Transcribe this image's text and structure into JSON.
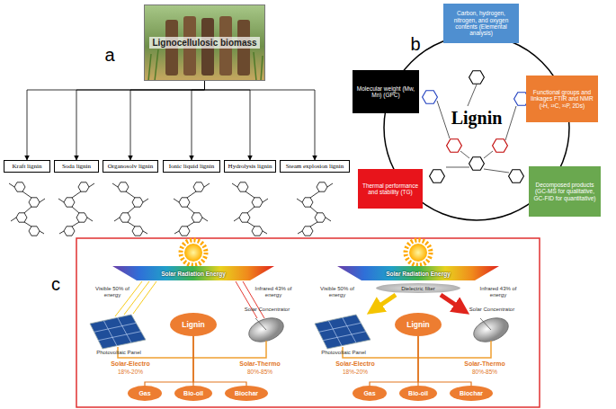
{
  "diagram": {
    "nodes": [
      {
        "text": [
          "Lignocellulosic biomass"
        ]
      },
      {
        "text": [
          "Kraft lignin"
        ]
      },
      {
        "text": [
          "Soda lignin"
        ]
      },
      {
        "text": [
          "Organosolv lignin"
        ]
      },
      {
        "text": [
          "Ionic liquid lignin"
        ]
      },
      {
        "text": [
          "Hydrolysis lignin"
        ]
      },
      {
        "text": [
          "Steam explosion lignin"
        ]
      },
      {
        "text": [
          "Carbon, hydrogen, nitrogen, and oxygen contents (Elemental analysis)"
        ]
      },
      {
        "text": [
          "Functional groups and linkages FTIR and NMR (¹H, ¹³C, ³¹P, 2Ds)"
        ]
      },
      {
        "text": [
          "Decomposed products (GC-MS for qualitative, GC-FID for quantitative)"
        ]
      },
      {
        "text": [
          "Thermal performance and stability (TG)"
        ]
      },
      {
        "text": [
          "Molecular weight (Mw, Mn) (GPC)"
        ]
      },
      {
        "text": [
          "Solar Radiation Energy"
        ]
      },
      {
        "text": [
          "Lignin"
        ]
      },
      {
        "text": [
          "Gas"
        ]
      },
      {
        "text": [
          "Bio-oil"
        ]
      },
      {
        "text": [
          "Biochar"
        ]
      },
      {
        "text": [
          "Solar Radiation Energy"
        ]
      },
      {
        "text": [
          "Dielectric filter"
        ]
      },
      {
        "text": [
          "Lignin"
        ]
      },
      {
        "text": [
          "Gas"
        ]
      },
      {
        "text": [
          "Bio-oil"
        ]
      },
      {
        "text": [
          "Biochar"
        ]
      }
    ],
    "edges": [
      {
        "from": 0,
        "to": 1,
        "arrow": "to"
      },
      {
        "from": 0,
        "to": 2,
        "arrow": "to"
      },
      {
        "from": 0,
        "to": 3,
        "arrow": "to"
      },
      {
        "from": 0,
        "to": 4,
        "arrow": "to"
      },
      {
        "from": 0,
        "to": 5,
        "arrow": "to"
      },
      {
        "from": 0,
        "to": 6,
        "arrow": "to"
      },
      {
        "from": 13,
        "to": 14,
        "arrow": "none"
      },
      {
        "from": 13,
        "to": 15,
        "arrow": "none"
      },
      {
        "from": 13,
        "to": 16,
        "arrow": "none"
      },
      {
        "from": 19,
        "to": 20,
        "arrow": "none"
      },
      {
        "from": 19,
        "to": 21,
        "arrow": "none"
      },
      {
        "from": 19,
        "to": 22,
        "arrow": "none"
      }
    ],
    "labels": [
      "a",
      "b",
      "Lignin",
      "c",
      "Visible 50% of energy",
      "Infrared 43% of energy",
      "Photovoltaic Panel",
      "Solar Concentrator",
      "Solar-Electro",
      "18%-20%",
      "Solar-Thermo",
      "80%-85%",
      "Visible 50% of energy",
      "Infrared 43% of energy",
      "Photovoltaic Panel",
      "Solar Concentrator",
      "Solar-Electro",
      "18%-20%",
      "Solar-Thermo",
      "80%-85%"
    ]
  }
}
